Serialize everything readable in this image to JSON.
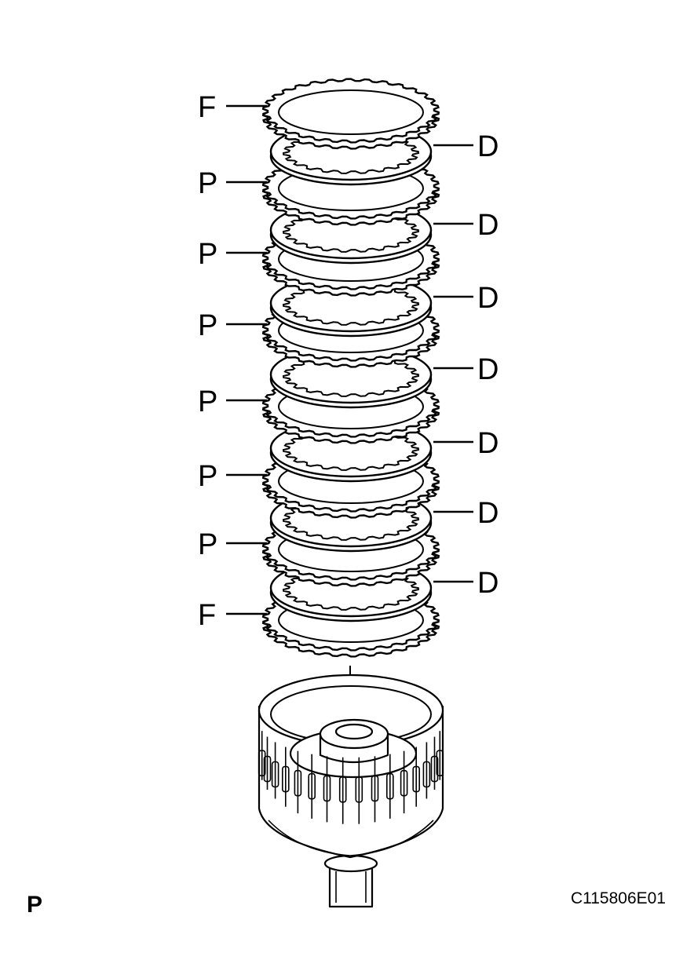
{
  "diagram": {
    "left_labels": [
      "F",
      "P",
      "P",
      "P",
      "P",
      "P",
      "P",
      "F"
    ],
    "right_labels": [
      "D",
      "D",
      "D",
      "D",
      "D",
      "D",
      "D"
    ],
    "corner_mark": "P",
    "figure_code": "C115806E01"
  }
}
